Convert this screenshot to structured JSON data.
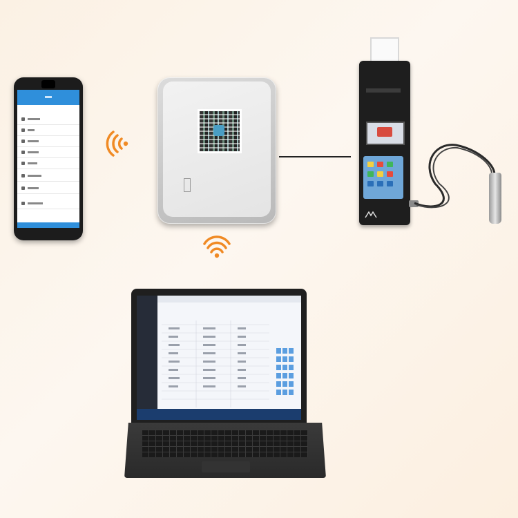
{
  "gateway": {
    "name": "",
    "subtitle": "",
    "company": ""
  },
  "colors": {
    "wifi_signal": "#f08a24",
    "phone_accent": "#2f8fdb",
    "keypad": "#6fa7d8"
  },
  "icons": {
    "phone": "smartphone-icon",
    "wifi": "wifi-signal-icon",
    "gateway": "gateway-device",
    "tester": "hardness-tester-device",
    "laptop": "laptop-computer"
  }
}
